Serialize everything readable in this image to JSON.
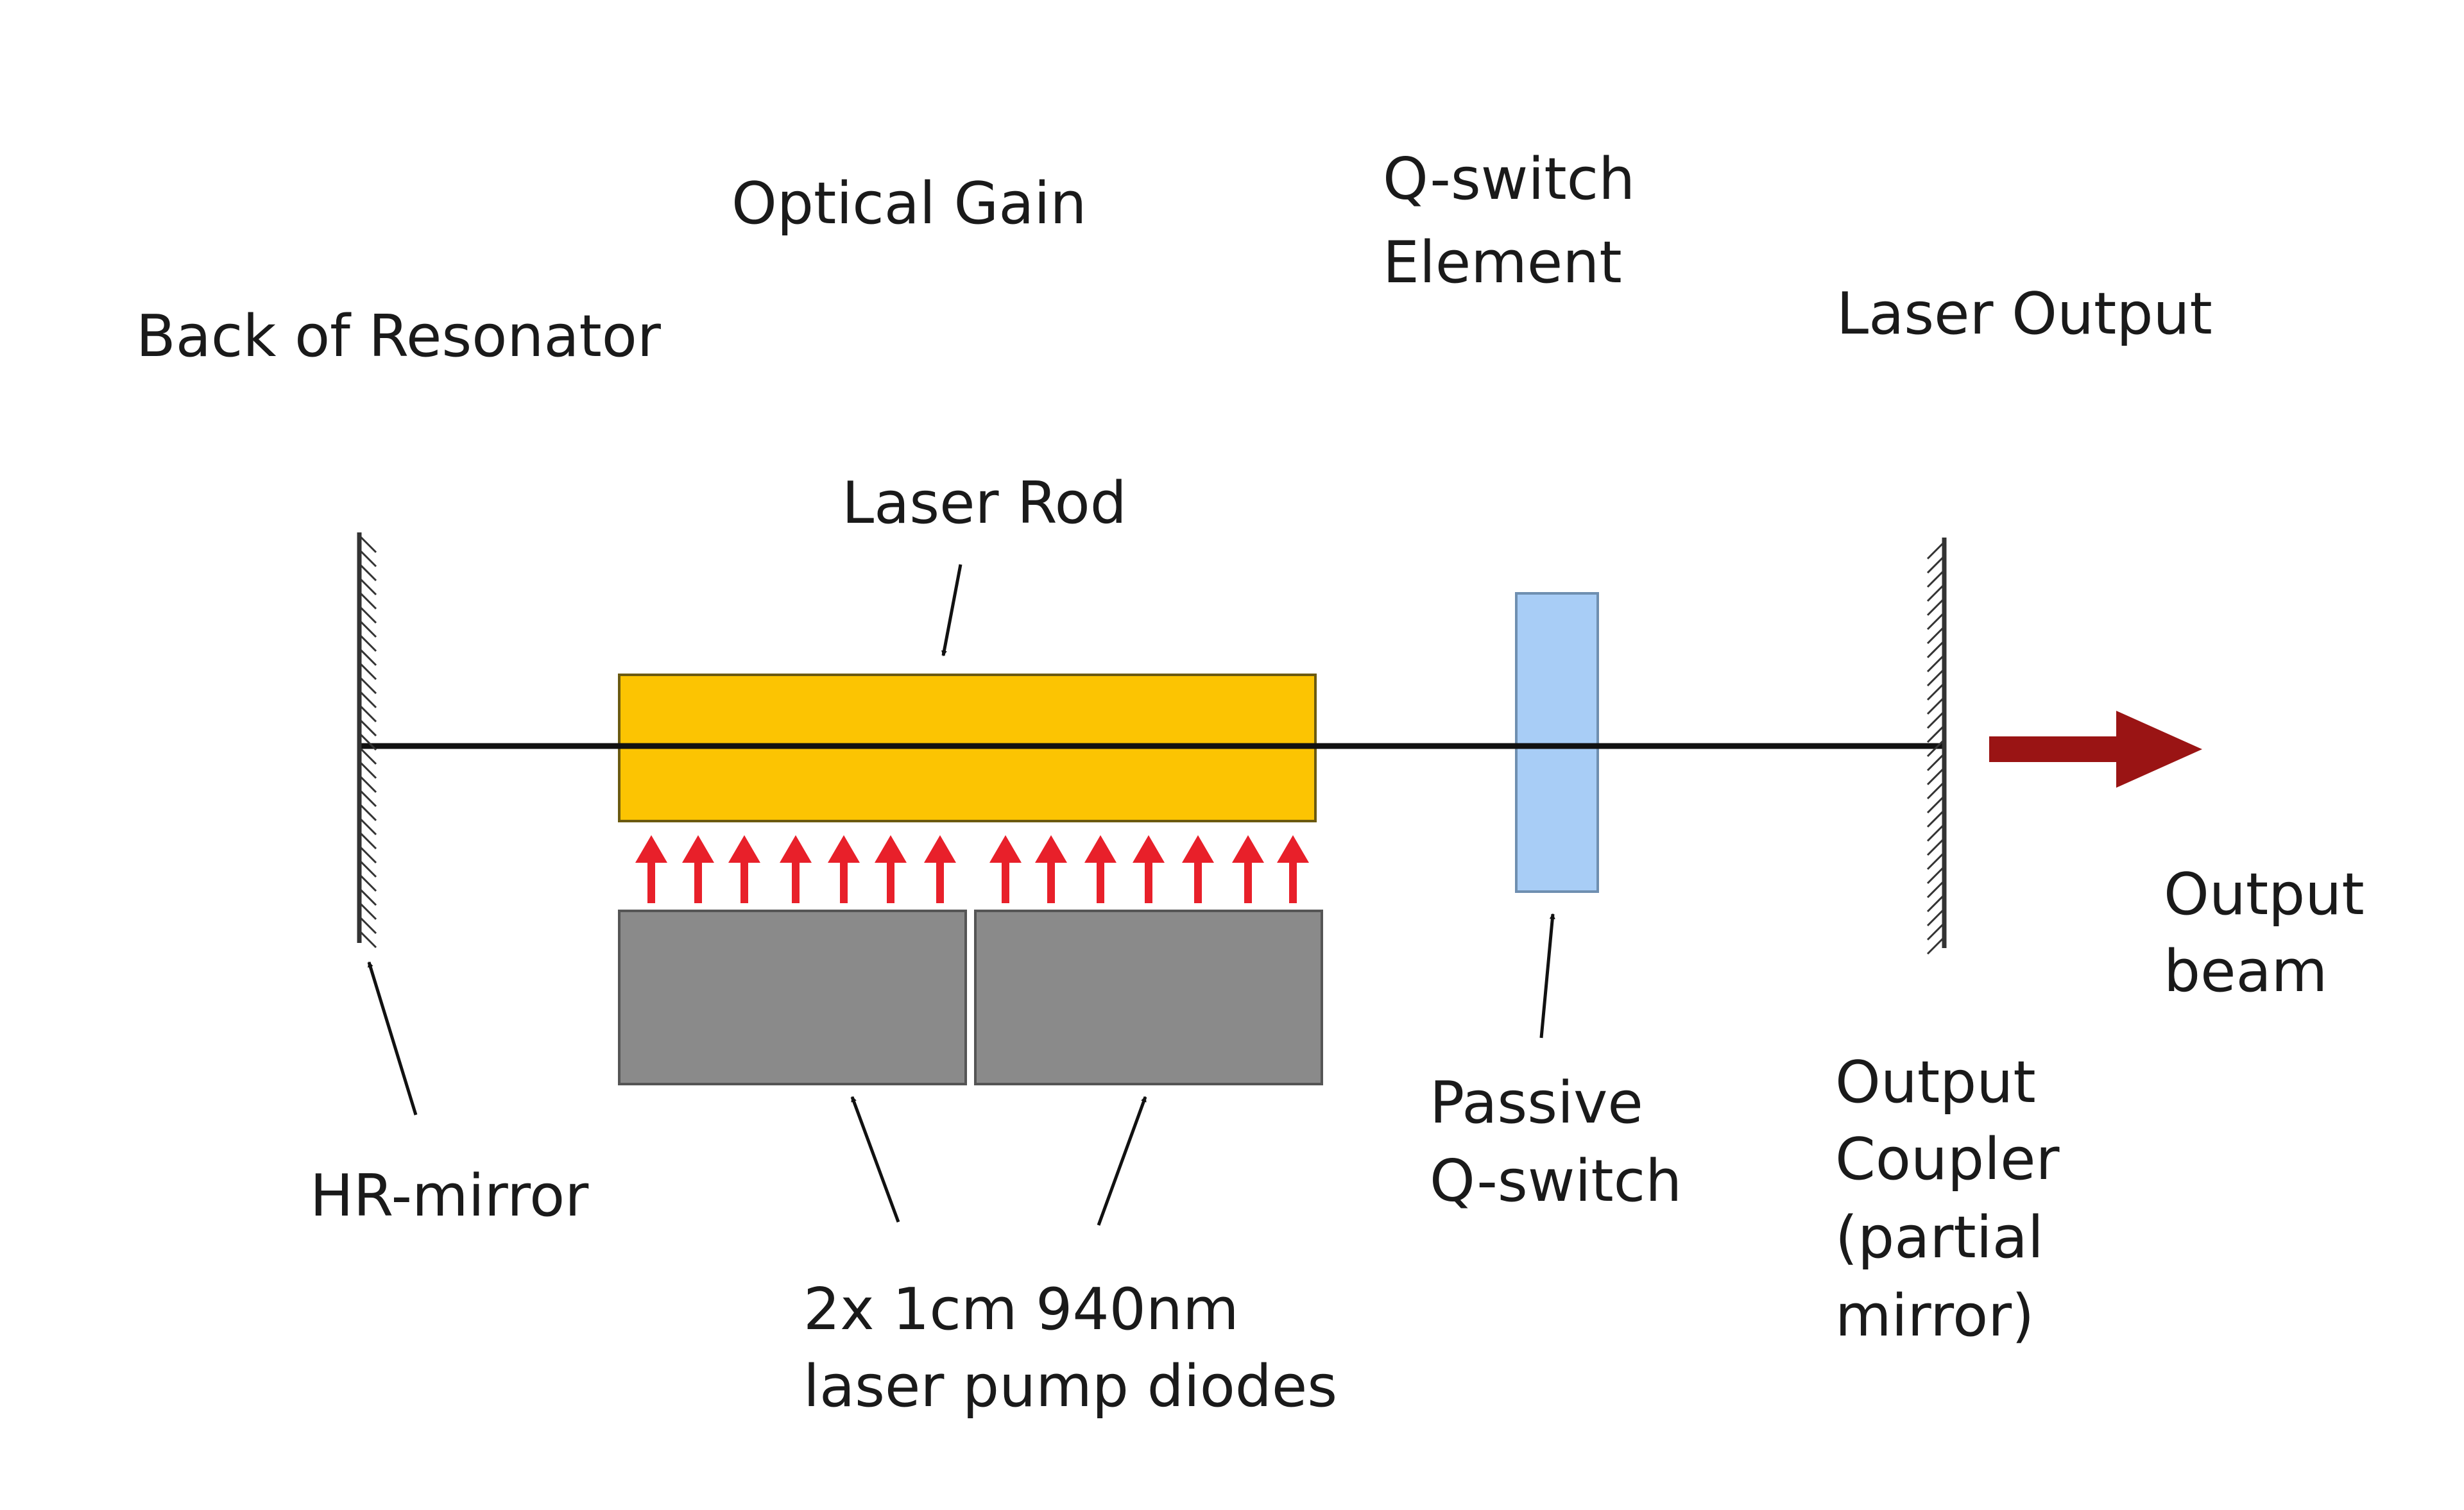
{
  "labels": {
    "back_of_resonator": "Back of Resonator",
    "optical_gain": "Optical Gain",
    "qswitch_element_line1": "Q-switch",
    "qswitch_element_line2": "Element",
    "laser_output": "Laser Output",
    "laser_rod": "Laser Rod",
    "hr_mirror": "HR-mirror",
    "pump_diodes_line1": "2x 1cm 940nm",
    "pump_diodes_line2": "laser pump diodes",
    "passive_qswitch_line1": "Passive",
    "passive_qswitch_line2": "Q-switch",
    "output_coupler_line1": "Output",
    "output_coupler_line2": "Coupler",
    "output_coupler_line3": "(partial",
    "output_coupler_line4": "mirror)",
    "output_beam_line1": "Output",
    "output_beam_line2": "beam"
  },
  "colors": {
    "laser_rod": "#fcc402",
    "laser_rod_border": "#6b5a10",
    "pump_diode": "#8a8a8a",
    "pump_diode_border": "#555555",
    "qswitch": "#a8cdf6",
    "qswitch_border": "#6f8fb0",
    "pump_arrow": "#e8202a",
    "output_beam_arrow": "#9a1414",
    "beam_line": "#111111",
    "mirror": "#333333"
  },
  "icons": {
    "pump_light": "red-up-arrow-icon",
    "output_beam": "thick-right-arrow-icon",
    "pointer": "thin-pointer-arrow-icon"
  }
}
